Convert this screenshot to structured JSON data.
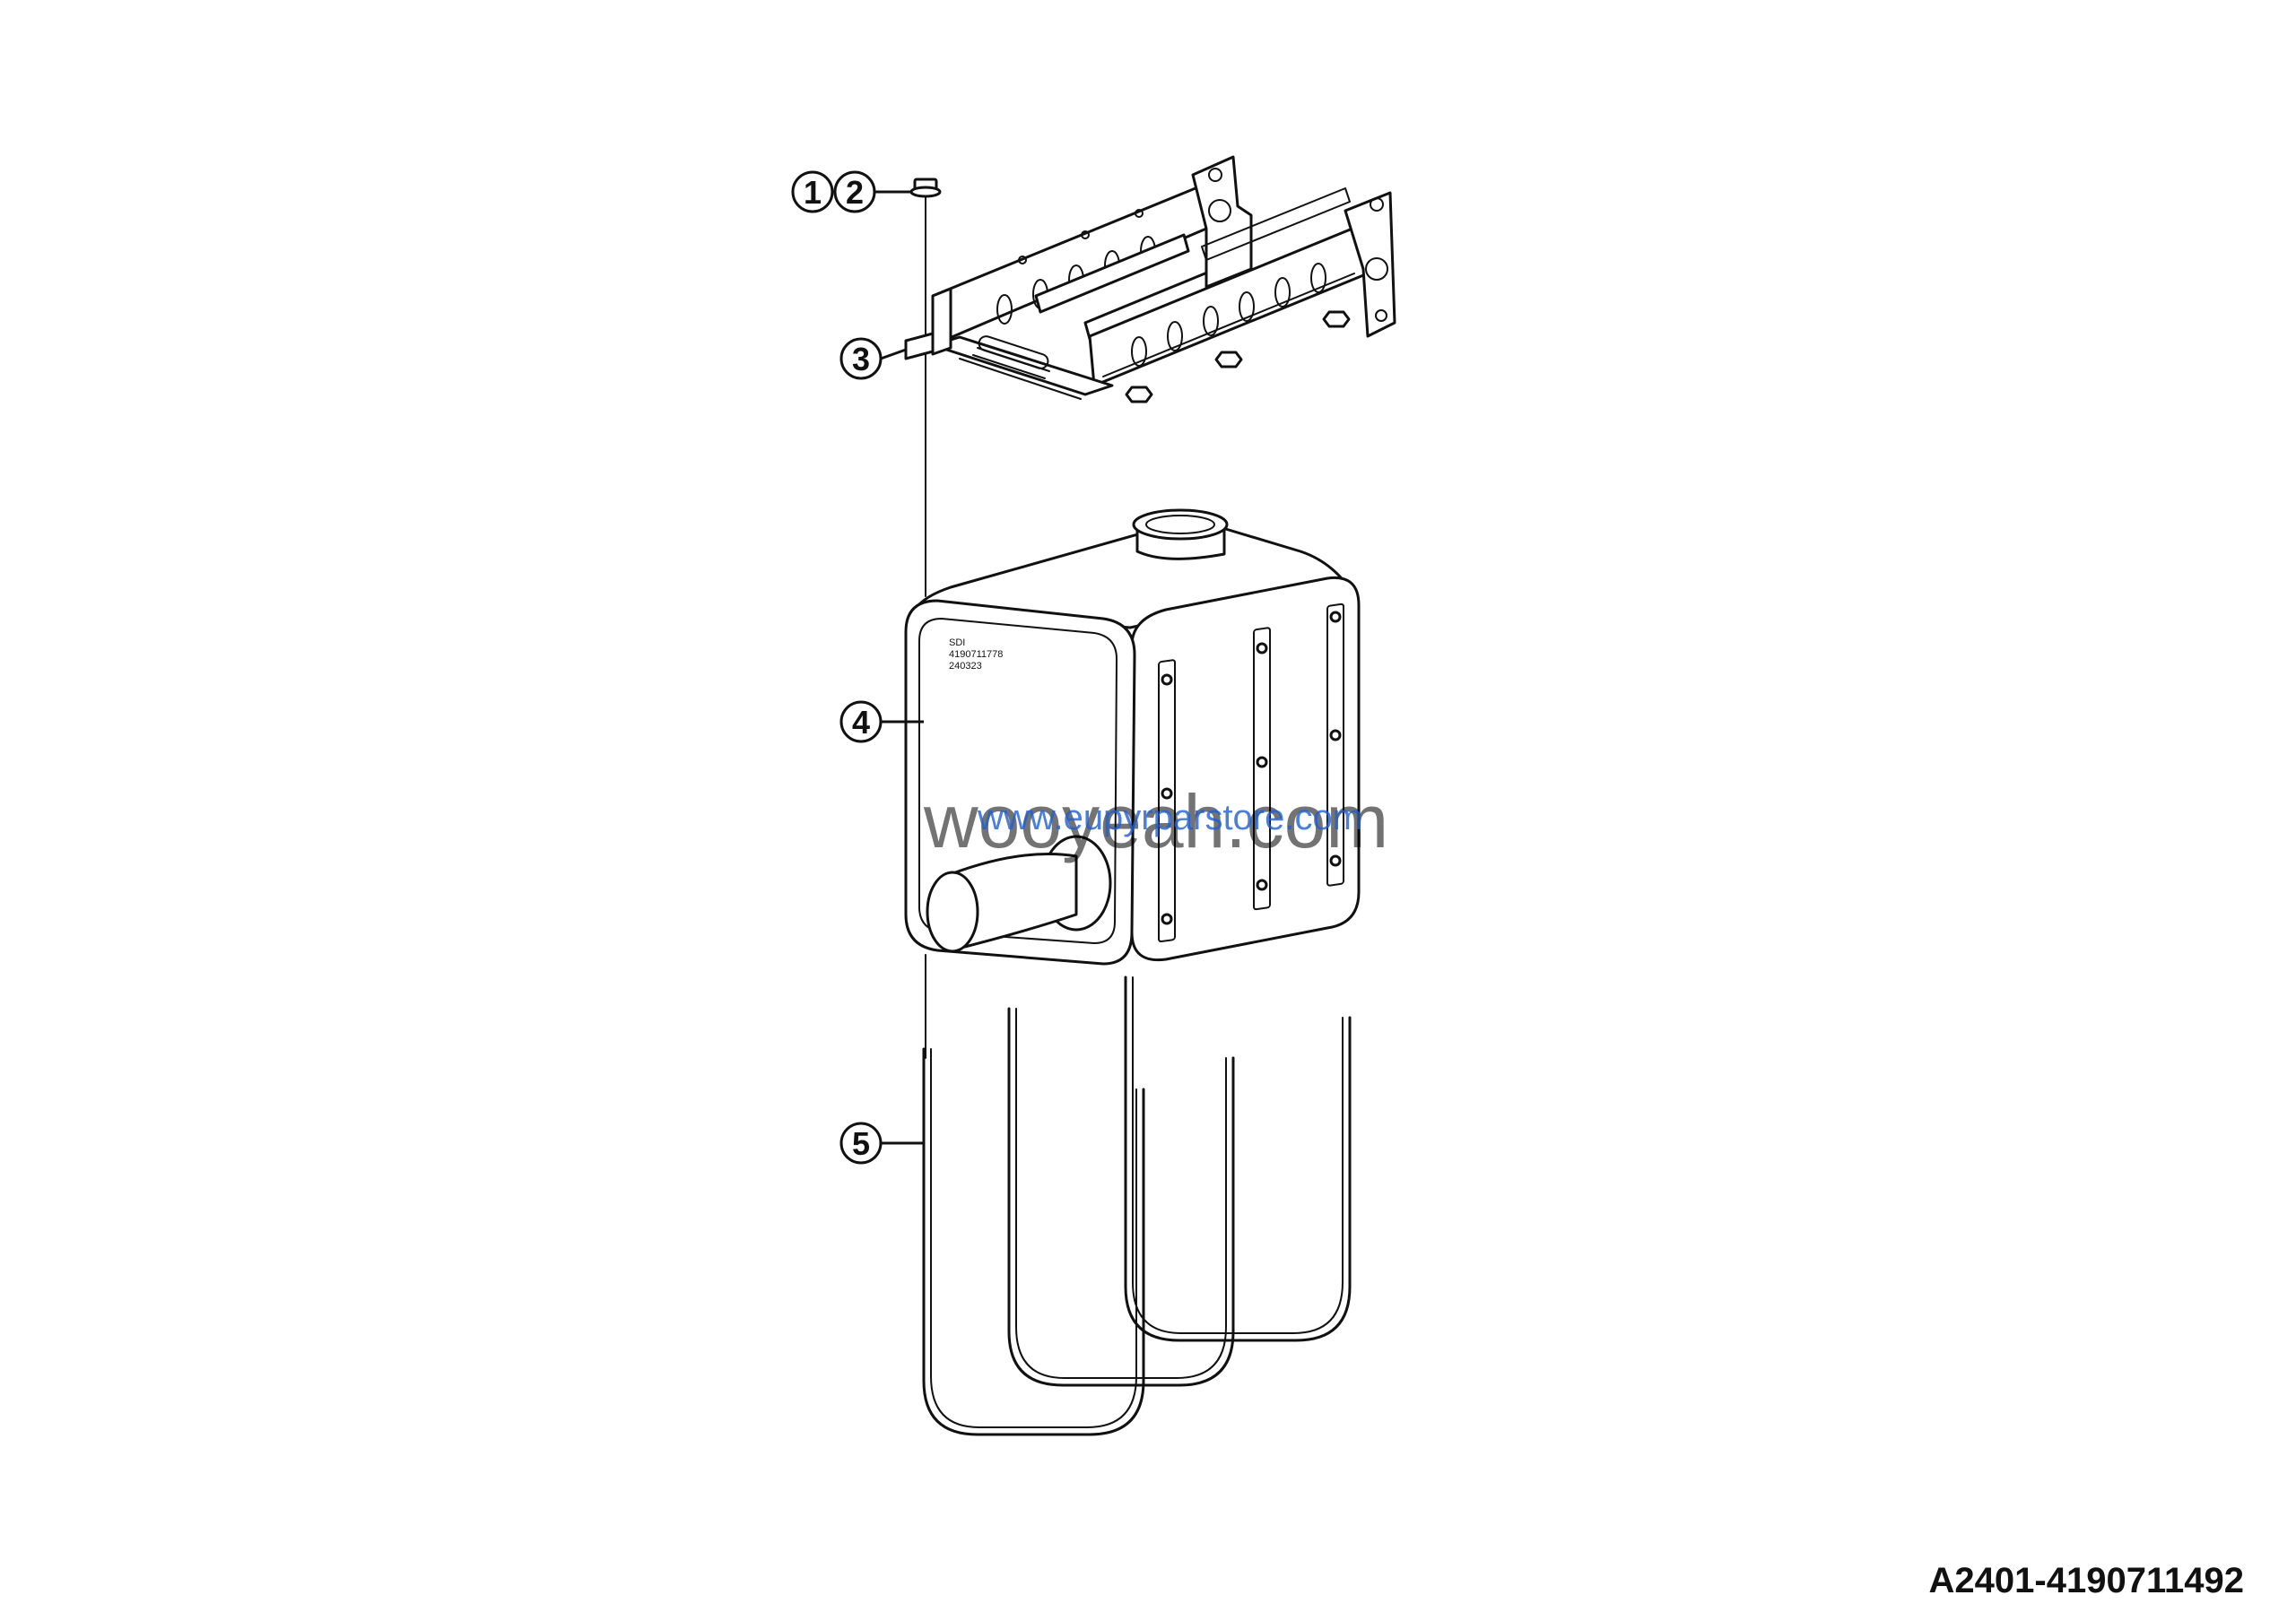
{
  "callouts": [
    {
      "id": "c1",
      "label": "1"
    },
    {
      "id": "c2",
      "label": "2"
    },
    {
      "id": "c3",
      "label": "3"
    },
    {
      "id": "c4",
      "label": "4"
    },
    {
      "id": "c5",
      "label": "5"
    }
  ],
  "parts": [
    {
      "callout": "1",
      "name": "bolt"
    },
    {
      "callout": "2",
      "name": "washer"
    },
    {
      "callout": "3",
      "name": "mounting-bracket"
    },
    {
      "callout": "4",
      "name": "muffler"
    },
    {
      "callout": "5",
      "name": "u-strap"
    }
  ],
  "muffler_stamp": [
    "SDI",
    "4190711778",
    "240323"
  ],
  "watermarks": {
    "primary": "wooyeah.com",
    "secondary": "www.eupyrparstore.com"
  },
  "drawing_code": "A2401-4190711492",
  "colors": {
    "line": "#111111",
    "background": "#ffffff",
    "watermark_blue": "#1f5fd1"
  }
}
